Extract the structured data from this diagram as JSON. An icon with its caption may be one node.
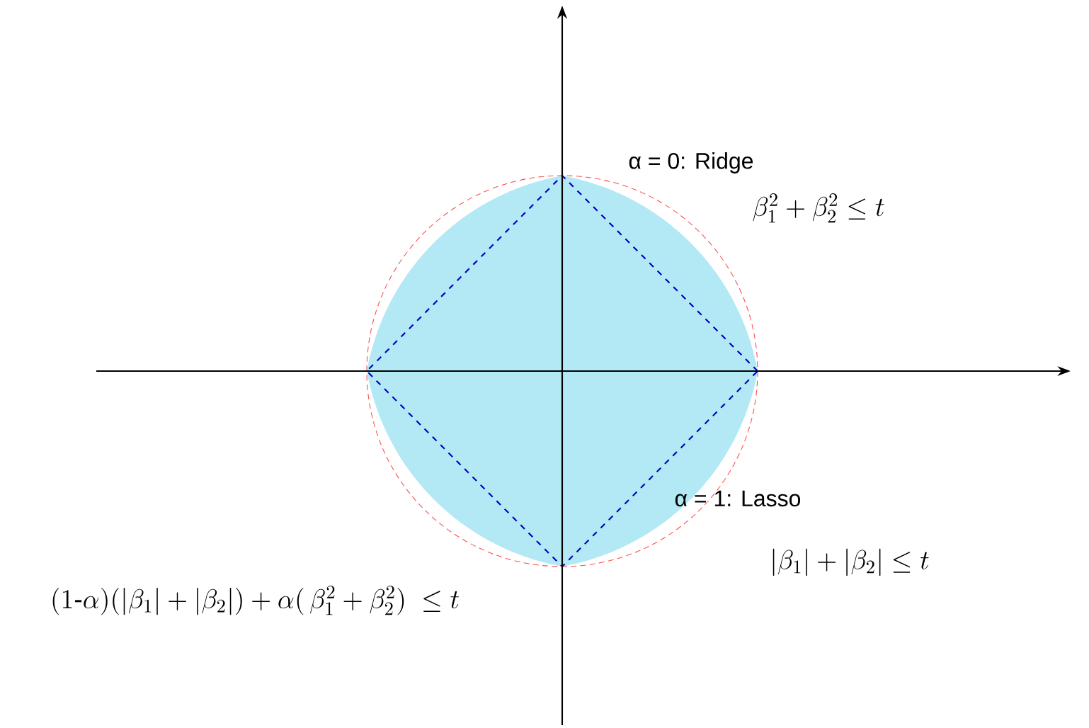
{
  "diagram": {
    "labels": [
      "α = 0: Ridge",
      "\\beta_1^2+\\beta_2^2 \\leq t",
      "α = 1: Lasso",
      "|\\beta_1| + |\\beta_2| \\leq t",
      "(1\\text{-}\\alpha)(|\\beta_1| + |\\beta_2|) + \\alpha(\\, \\beta_1^2+\\beta_2^2)\\ \\leq t"
    ]
  }
}
